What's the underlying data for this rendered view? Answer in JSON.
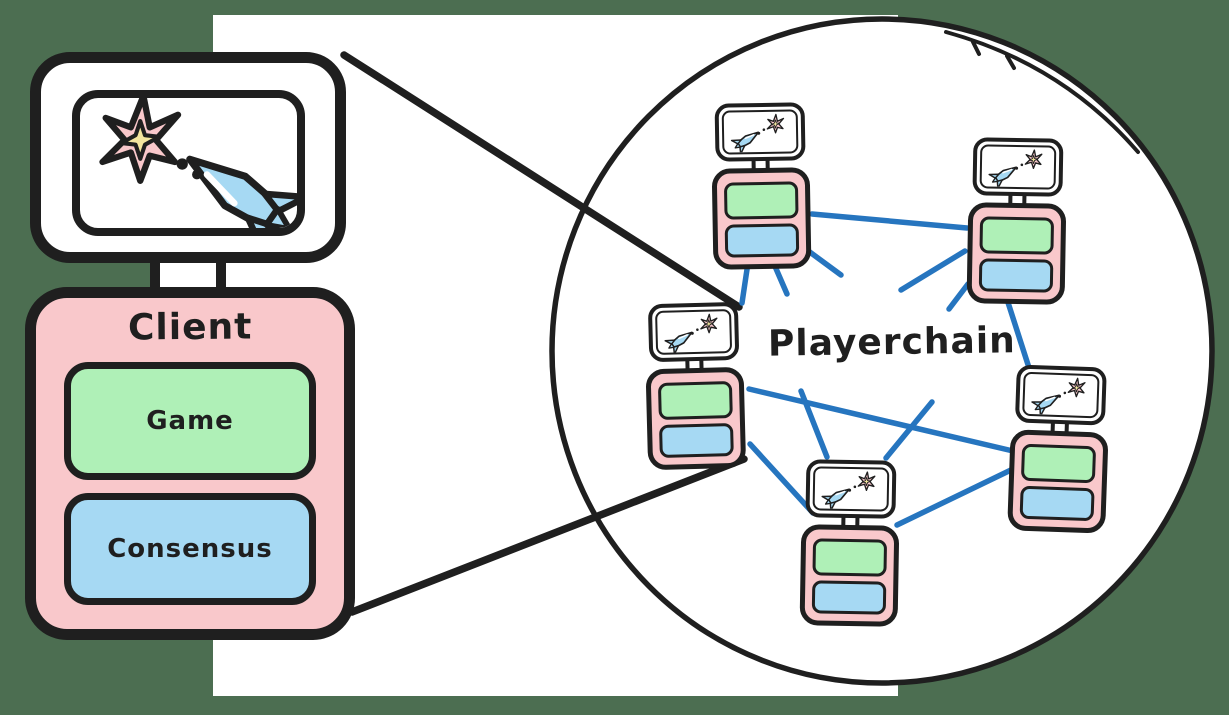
{
  "client_panel": {
    "title": "Client",
    "screen_icons": [
      "starburst-icon",
      "projectile-dots-icon",
      "rocket-icon"
    ],
    "layers": [
      {
        "id": "game",
        "label": "Game",
        "color": "#aff0b7"
      },
      {
        "id": "consensus",
        "label": "Consensus",
        "color": "#a6d9f3"
      }
    ]
  },
  "network_panel": {
    "title": "Playerchain",
    "node_count": 5,
    "nodes": [
      {
        "id": "node-1"
      },
      {
        "id": "node-2"
      },
      {
        "id": "node-3"
      },
      {
        "id": "node-4"
      },
      {
        "id": "node-5"
      }
    ]
  },
  "palette": {
    "pink": "#f9c8cb",
    "green": "#aff0b7",
    "blue": "#a6d9f3",
    "yellow": "#f3e59e",
    "ink": "#1f1f1f",
    "link": "#2675bf",
    "backdrop": "#4c6e51",
    "canvas": "#ffffff"
  }
}
